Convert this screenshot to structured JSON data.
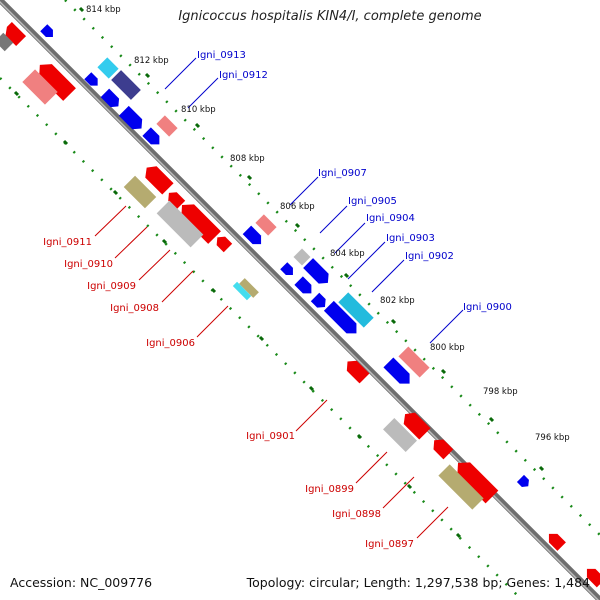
{
  "title": "Ignicoccus hospitalis KIN4/I, complete genome",
  "footer": {
    "accession": "Accession: NC_009776",
    "summary": "Topology: circular; Length: 1,297,538 bp; Genes: 1,484"
  },
  "colors": {
    "backbone": "#808080",
    "forward_gene": "#0000ee",
    "reverse_gene": "#ee0000",
    "pseudo_gene_light_red": "#f08080",
    "gray_gene": "#bbbbbb",
    "olive_gene": "#b5ab70",
    "cyan_gene": "#22ccee",
    "navy_gene": "#3a3a8a",
    "scale_tick": "#006600",
    "forward_label": "#0000cc",
    "reverse_label": "#cc0000"
  },
  "scale_labels": [
    "814 kbp",
    "812 kbp",
    "810 kbp",
    "808 kbp",
    "806 kbp",
    "804 kbp",
    "802 kbp",
    "800 kbp",
    "798 kbp",
    "796 kbp"
  ],
  "gene_labels_forward": [
    "Igni_0913",
    "Igni_0912",
    "Igni_0907",
    "Igni_0905",
    "Igni_0904",
    "Igni_0903",
    "Igni_0902",
    "Igni_0900"
  ],
  "gene_labels_reverse": [
    "Igni_0911",
    "Igni_0910",
    "Igni_0909",
    "Igni_0908",
    "Igni_0906",
    "Igni_0901",
    "Igni_0899",
    "Igni_0898",
    "Igni_0897"
  ]
}
